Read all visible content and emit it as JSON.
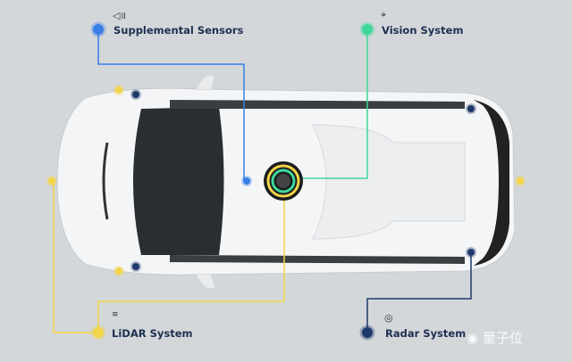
{
  "labels": {
    "supplemental": "Supplemental Sensors",
    "vision": "Vision System",
    "lidar": "LiDAR System",
    "radar": "Radar System"
  },
  "watermark": "量子位",
  "colors": {
    "supplemental": "#3a7ee8",
    "vision": "#3fd79a",
    "lidar": "#f2d548",
    "radar": "#1e3a6a"
  }
}
